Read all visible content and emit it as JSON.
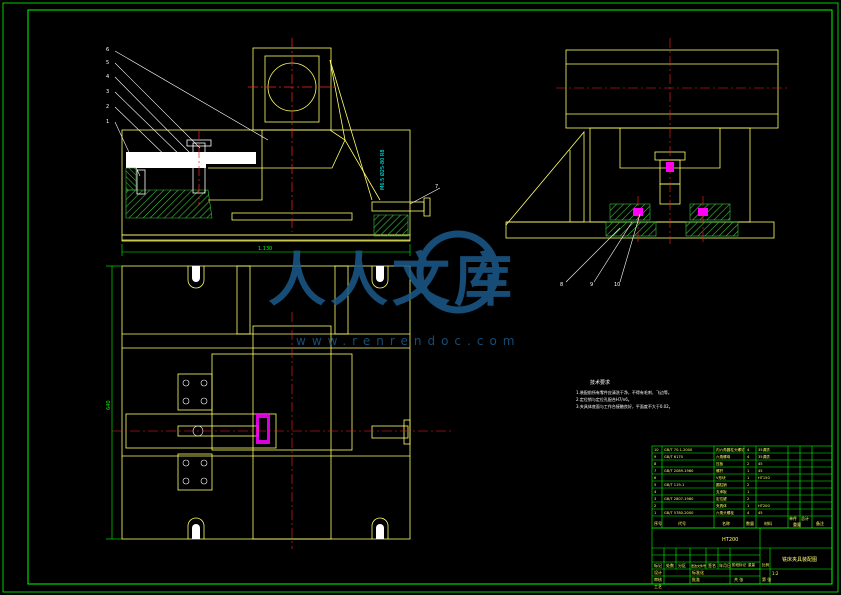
{
  "colors": {
    "background": "#000000",
    "border": "#00ff00",
    "part_outline": "#ffff66",
    "fill_white": "#ffffff",
    "center_line": "#ff2020",
    "dimension": "#00ffff",
    "hatch": "#3cc43c",
    "accent": "#ff00ff",
    "title_text": "#ffff66",
    "watermark": "#1a5a8a"
  },
  "watermark": {
    "title": "人人文库",
    "url": "www.renrendoc.com"
  },
  "dimensions": {
    "overall_width": "1.130",
    "overall_height": "640",
    "side_note": "M6.5 Ø25-80 R8"
  },
  "leaders": {
    "top_left": [
      "6",
      "5",
      "4",
      "3",
      "2",
      "1"
    ],
    "right_top": "7",
    "side_view": [
      "8",
      "9",
      "10"
    ]
  },
  "tech_notes": {
    "heading": "技术要求",
    "lines": [
      "1.装配前所有零件应清洗干净，不得有毛刺、飞边等。",
      "2.定位销与定位孔配合H7/n6。",
      "3.夹具体底面与工作台接触良好，平面度不大于0.02。"
    ]
  },
  "bom": {
    "rows": [
      {
        "no": "10",
        "code": "GB/T 70.1-2000",
        "name": "内六角圆柱头螺钉",
        "qty": "4",
        "material": "35调质",
        "note": ""
      },
      {
        "no": "9",
        "code": "GB/T 6170",
        "name": "六角螺母",
        "qty": "4",
        "material": "35调质",
        "note": ""
      },
      {
        "no": "8",
        "code": "",
        "name": "压板",
        "qty": "2",
        "material": "45",
        "note": ""
      },
      {
        "no": "7",
        "code": "GB/T 2089-1980",
        "name": "螺杆",
        "qty": "1",
        "material": "45",
        "note": ""
      },
      {
        "no": "6",
        "code": "",
        "name": "V形块",
        "qty": "1",
        "material": "HT150",
        "note": ""
      },
      {
        "no": "5",
        "code": "GB/T 119-1",
        "name": "圆柱销",
        "qty": "2",
        "material": "",
        "note": ""
      },
      {
        "no": "4",
        "code": "",
        "name": "支承板",
        "qty": "1",
        "material": "",
        "note": ""
      },
      {
        "no": "3",
        "code": "GB/T 2807-1980",
        "name": "定位键",
        "qty": "2",
        "material": "",
        "note": ""
      },
      {
        "no": "2",
        "code": "",
        "name": "夹具体",
        "qty": "1",
        "material": "HT200",
        "note": ""
      },
      {
        "no": "1",
        "code": "GB/T 5780-2000",
        "name": "六角头螺栓",
        "qty": "4",
        "material": "45",
        "note": ""
      }
    ],
    "headers": {
      "no": "序号",
      "code": "代号",
      "name": "名称",
      "qty": "数量",
      "material": "材料",
      "note": "备注"
    },
    "single_weight": "单件",
    "total_weight": "总计",
    "weight": "重量"
  },
  "title_block": {
    "material": "HT200",
    "drawing_name": "铣床夹具装配图",
    "labels": {
      "mark": "标记",
      "count": "处数",
      "division": "分区",
      "change_doc": "更改文件号",
      "sign": "签名",
      "date": "年月日",
      "design": "设计",
      "standard": "标准化",
      "stage_mark": "阶段标记",
      "weight": "重量",
      "scale": "比例",
      "review": "审核",
      "process": "工艺",
      "approve": "批准",
      "sheet_total": "共  张",
      "sheet_no": "第  张"
    },
    "scale_value": "1:2"
  }
}
